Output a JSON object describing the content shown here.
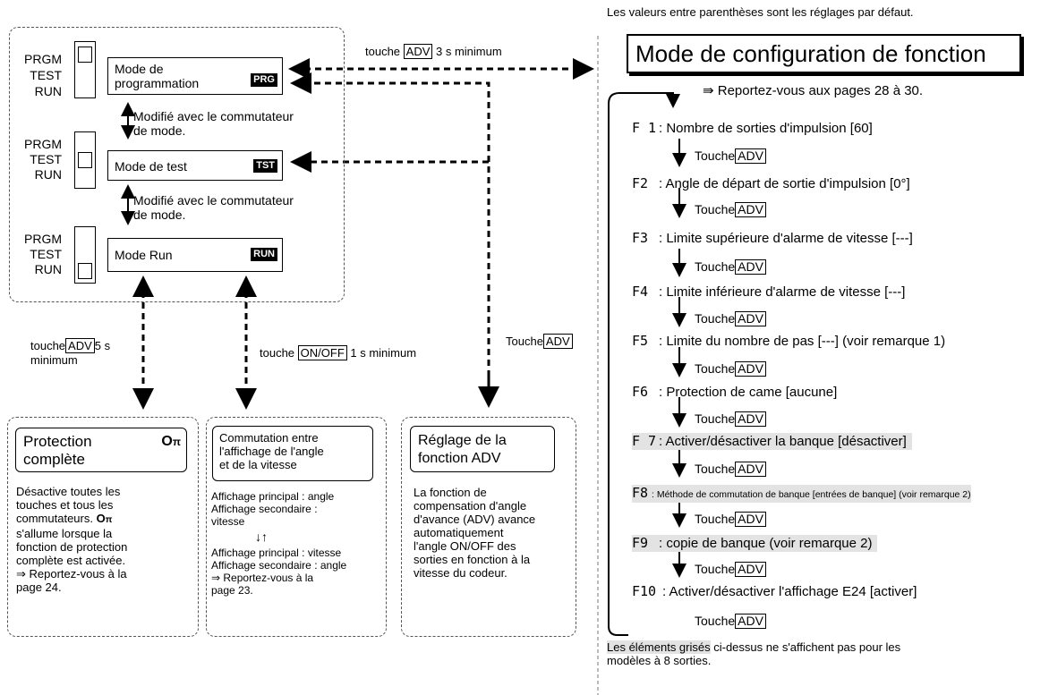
{
  "top_note": "Les valeurs entre parenthèses sont les réglages par défaut.",
  "switch_labels": [
    "PRGM",
    "TEST",
    "RUN"
  ],
  "modes": [
    {
      "label": "Mode de\nprogrammation",
      "tag": "PRG"
    },
    {
      "label": "Mode de test",
      "tag": "TST"
    },
    {
      "label": "Mode Run",
      "tag": "RUN"
    }
  ],
  "mode_change_note": "Modifié avec le commutateur\nde mode.",
  "adv3": {
    "prefix": "touche ",
    "key": "ADV",
    "suffix": " 3 s minimum"
  },
  "adv5": {
    "prefix": "touche",
    "key": "ADV",
    "suffix": "5 s\nminimum"
  },
  "onoff": {
    "prefix": "touche ",
    "key": "ON/OFF",
    "suffix": " 1 s minimum"
  },
  "touche_adv": {
    "prefix": "Touche",
    "key": "ADV"
  },
  "protection": {
    "title": "Protection\ncomplète",
    "key_icon": "key-icon",
    "text1": "Désactive toutes les\ntouches et tous les\ncommutateurs.",
    "text2": "s'allume lorsque la\nfonction de protection\ncomplète est activée.\n⇒ Reportez-vous à la\npage 24."
  },
  "commutation": {
    "title": "Commutation entre\nl'affichage de l'angle\net de la vitesse",
    "text1": "Affichage principal : angle\nAffichage secondaire :\nvitesse",
    "arrows": "↓↑",
    "text2": "Affichage principal : vitesse\nAffichage secondaire : angle\n⇒ Reportez-vous à la\npage 23."
  },
  "adv_setting": {
    "title": "Réglage de la\nfonction ADV",
    "text": "La fonction de\ncompensation d'angle\nd'avance (ADV) avance\nautomatiquement\nl'angle ON/OFF des\nsorties en fonction à la\nvitesse du codeur."
  },
  "config": {
    "title": "Mode de configuration de fonction",
    "ref": "⇛ Reportez-vous aux pages 28 à 30.",
    "touche": "Touche",
    "key": "ADV",
    "functions": [
      {
        "code": "F 1",
        "text": ": Nombre de sorties d'impulsion [60]",
        "gray": false
      },
      {
        "code": "F2",
        "text": ": Angle de départ de sortie d'impulsion [0°]",
        "gray": false
      },
      {
        "code": "F3",
        "text": ": Limite supérieure d'alarme de vitesse [---]",
        "gray": false
      },
      {
        "code": "F4",
        "text": ": Limite inférieure d'alarme de vitesse [---]",
        "gray": false
      },
      {
        "code": "F5",
        "text": ": Limite du nombre de pas [---] (voir remarque 1)",
        "gray": false
      },
      {
        "code": "F6",
        "text": ": Protection de came [aucune]",
        "gray": false
      },
      {
        "code": "F 7",
        "text": ": Activer/désactiver la banque [désactiver]",
        "gray": true
      },
      {
        "code": "F8",
        "text": ": Méthode de commutation de banque [entrées de banque] (voir remarque 2)",
        "gray": true,
        "small": true
      },
      {
        "code": "F9",
        "text": ": copie de banque (voir remarque 2)",
        "gray": true
      },
      {
        "code": "F10",
        "text": ": Activer/désactiver l'affichage E24 [activer]",
        "gray": false
      }
    ],
    "footnote_gray": "Les éléments grisés",
    "footnote_rest": " ci-dessus ne s'affichent pas pour les\nmodèles à 8 sorties."
  }
}
